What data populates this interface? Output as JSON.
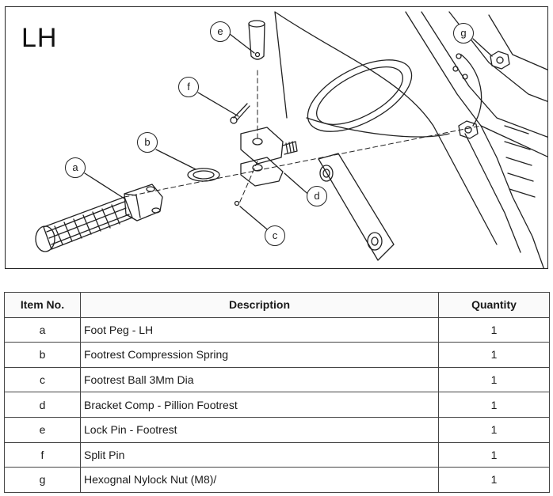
{
  "diagram": {
    "side_label": "LH",
    "callouts": [
      "a",
      "b",
      "c",
      "d",
      "e",
      "f",
      "g"
    ]
  },
  "table": {
    "headers": {
      "item_no": "Item No.",
      "description": "Description",
      "quantity": "Quantity"
    },
    "rows": [
      {
        "item": "a",
        "description": "Foot Peg - LH",
        "quantity": "1"
      },
      {
        "item": "b",
        "description": "Footrest Compression Spring",
        "quantity": "1"
      },
      {
        "item": "c",
        "description": "Footrest Ball 3Mm Dia",
        "quantity": "1"
      },
      {
        "item": "d",
        "description": "Bracket Comp - Pillion Footrest",
        "quantity": "1"
      },
      {
        "item": "e",
        "description": "Lock Pin - Footrest",
        "quantity": "1"
      },
      {
        "item": "f",
        "description": "Split Pin",
        "quantity": "1"
      },
      {
        "item": "g",
        "description": "Hexognal Nylock Nut (M8)/",
        "quantity": "1"
      }
    ]
  }
}
